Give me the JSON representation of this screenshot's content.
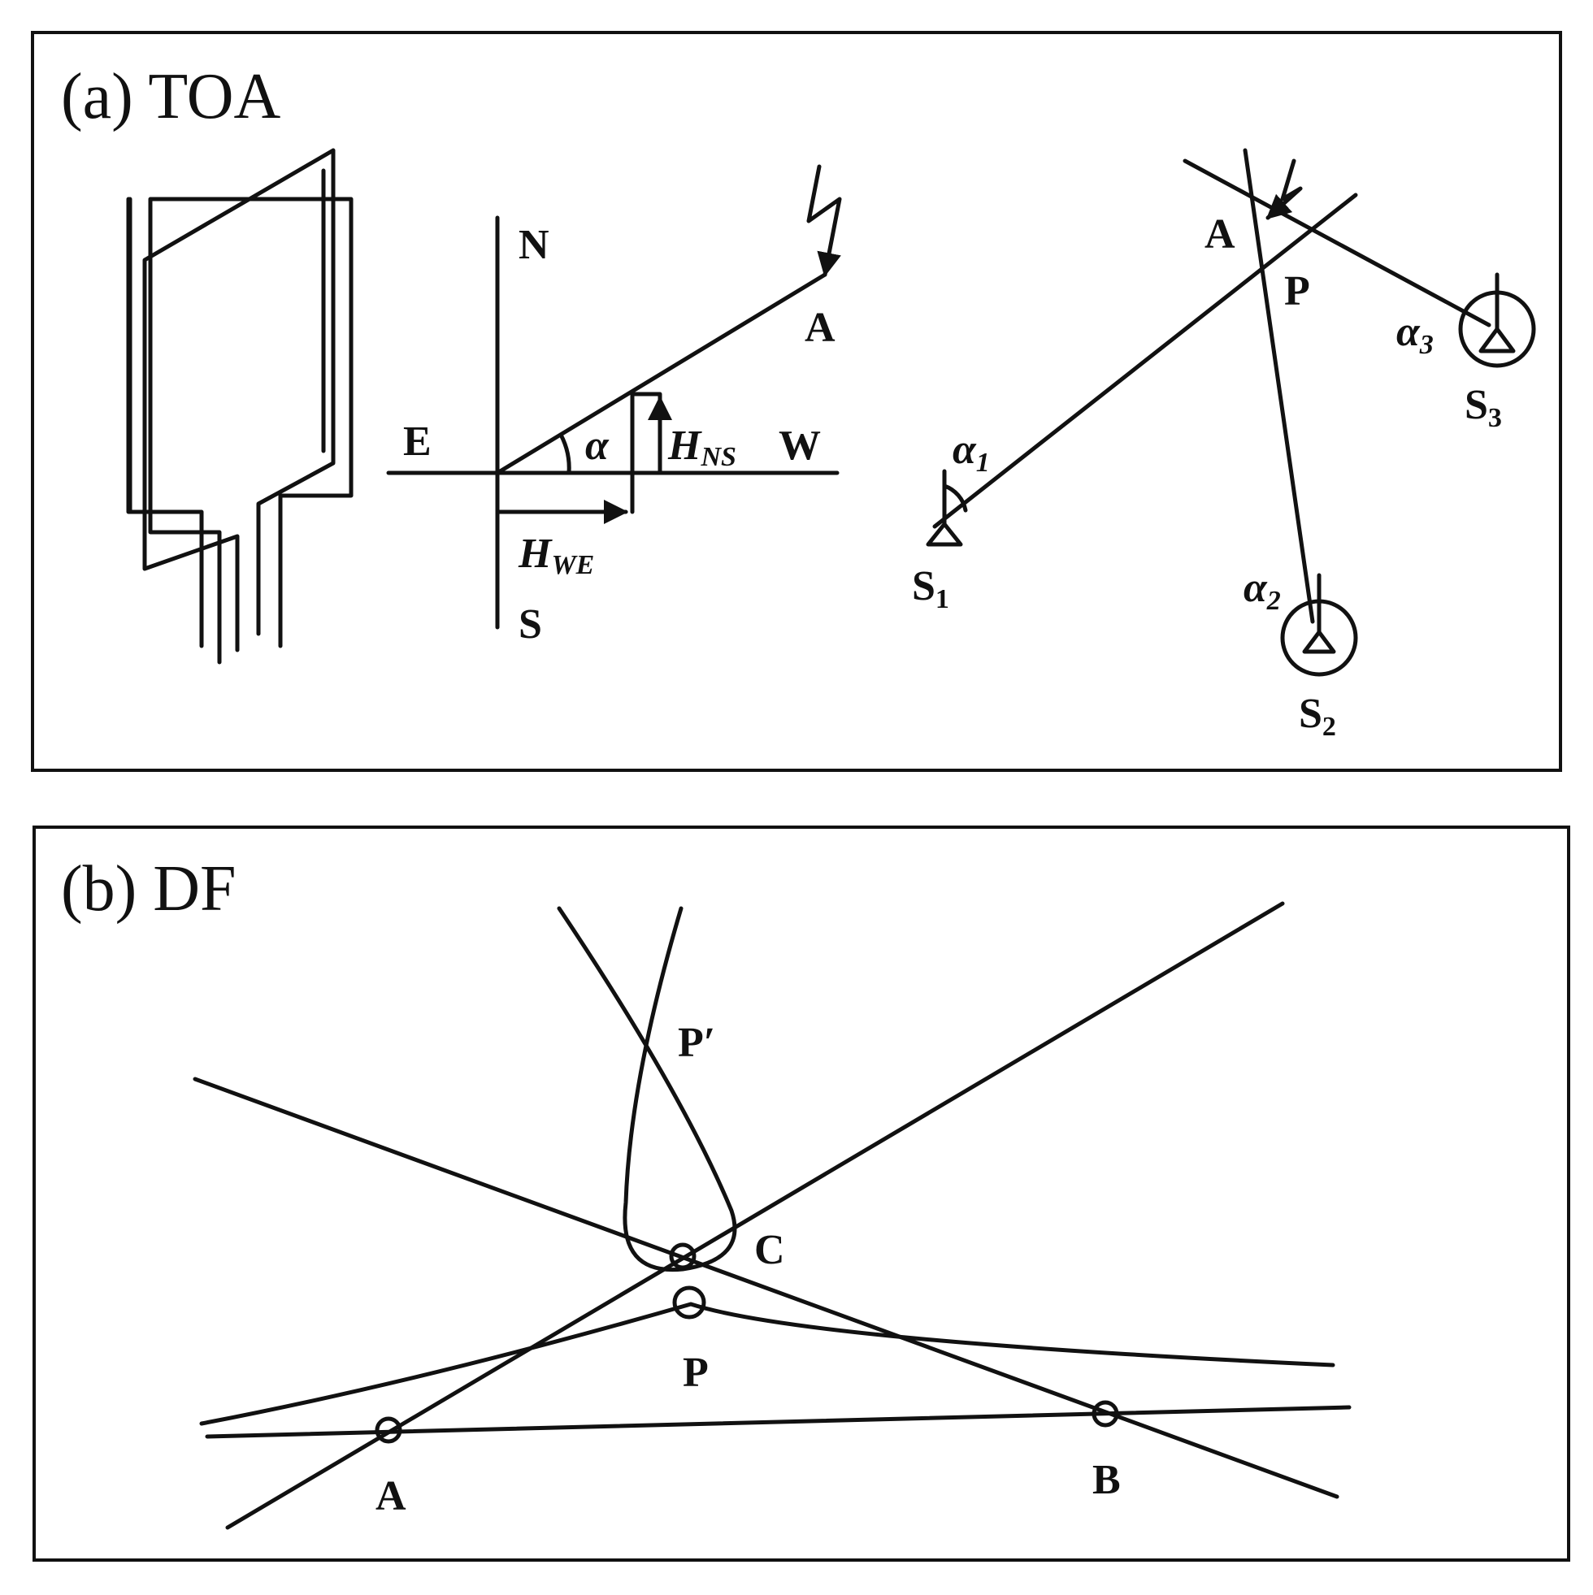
{
  "panel_a": {
    "title": "(a) TOA",
    "compass": {
      "north": "N",
      "south": "S",
      "east": "E",
      "west": "W",
      "point": "A",
      "angle": "α",
      "h_ns": "H",
      "h_ns_sub": "NS",
      "h_we": "H",
      "h_we_sub": "WE"
    },
    "triangulation": {
      "point_a": "A",
      "point_p": "P",
      "station_1": "S",
      "station_1_sub": "1",
      "station_2": "S",
      "station_2_sub": "2",
      "station_3": "S",
      "station_3_sub": "3",
      "alpha_1": "α",
      "alpha_1_sub": "1",
      "alpha_2": "α",
      "alpha_2_sub": "2",
      "alpha_3": "α",
      "alpha_3_sub": "3"
    }
  },
  "panel_b": {
    "title": "(b) DF",
    "points": {
      "p_prime": "P′",
      "c": "C",
      "p": "P",
      "a": "A",
      "b": "B"
    }
  }
}
